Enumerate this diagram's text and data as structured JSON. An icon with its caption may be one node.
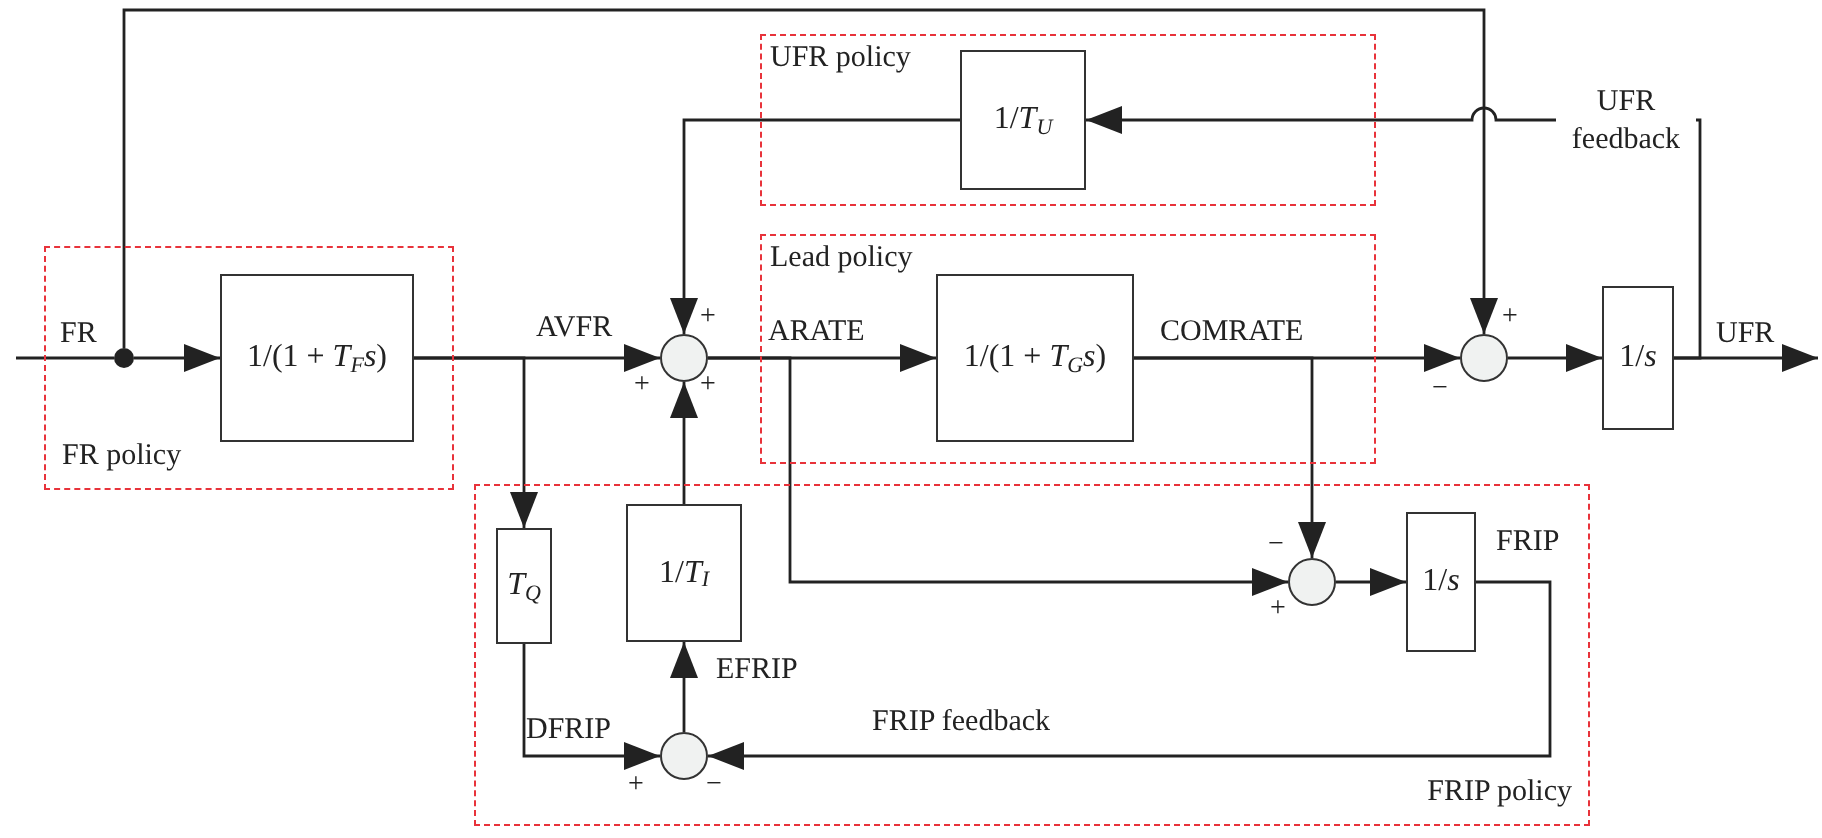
{
  "diagram": {
    "nodes": [
      {
        "text": [
          "FR policy"
        ]
      },
      {
        "text": [],
        "shape": "circle",
        "in": 0
      },
      {
        "text": [
          "1/(1 + *T*$_{F}$*s*)"
        ],
        "in": 0
      },
      {
        "text": [
          "UFR policy"
        ]
      },
      {
        "text": [
          "1/*T*$_{U}$"
        ],
        "in": 3
      },
      {
        "text": [
          "Lead policy"
        ]
      },
      {
        "text": [
          "1/(1 + *T*$_{G}$*s*)"
        ],
        "in": 5
      },
      {
        "text": [],
        "shape": "circle"
      },
      {
        "text": [],
        "shape": "circle"
      },
      {
        "text": [
          "1/*s*"
        ]
      },
      {
        "text": [
          "FRIP policy"
        ]
      },
      {
        "text": [
          "*T*$_{Q}$"
        ],
        "in": 10
      },
      {
        "text": [
          "1/*T*$_{I}$"
        ],
        "in": 10
      },
      {
        "text": [],
        "shape": "circle",
        "in": 10
      },
      {
        "text": [
          "1/*s*"
        ],
        "in": 10,
        "beside": [
          "FRIP"
        ]
      },
      {
        "text": [],
        "shape": "circle",
        "in": 10
      }
    ],
    "edges": [
      {
        "from": null,
        "to": 1,
        "arrow": "none",
        "label": "FR"
      },
      {
        "from": 1,
        "to": 2,
        "arrow": "to"
      },
      {
        "from": 1,
        "to": 8,
        "arrow": "to"
      },
      {
        "from": 2,
        "to": 7,
        "arrow": "to",
        "label": "AVFR"
      },
      {
        "from": 2,
        "to": 11,
        "arrow": "to"
      },
      {
        "from": 4,
        "to": 7,
        "arrow": "to"
      },
      {
        "from": 7,
        "to": 6,
        "arrow": "to",
        "label": "ARATE"
      },
      {
        "from": 7,
        "to": 13,
        "arrow": "to"
      },
      {
        "from": 6,
        "to": 8,
        "arrow": "to",
        "label": "COMRATE"
      },
      {
        "from": 6,
        "to": 13,
        "arrow": "to"
      },
      {
        "from": 8,
        "to": 9,
        "arrow": "to"
      },
      {
        "from": 9,
        "to": null,
        "arrow": "to",
        "label": "UFR"
      },
      {
        "from": 9,
        "to": 4,
        "arrow": "to",
        "label": "UFR feedback"
      },
      {
        "from": 13,
        "to": 14,
        "arrow": "to"
      },
      {
        "from": 14,
        "to": 15,
        "arrow": "to",
        "label": "FRIP feedback"
      },
      {
        "from": 11,
        "to": 15,
        "arrow": "to",
        "label": "DFRIP"
      },
      {
        "from": 15,
        "to": 12,
        "arrow": "to",
        "label": "EFRIP"
      },
      {
        "from": 12,
        "to": 7,
        "arrow": "to"
      }
    ],
    "labels": [
      "+",
      "+",
      "+",
      "+",
      "−",
      "−",
      "+",
      "+",
      "−"
    ]
  }
}
